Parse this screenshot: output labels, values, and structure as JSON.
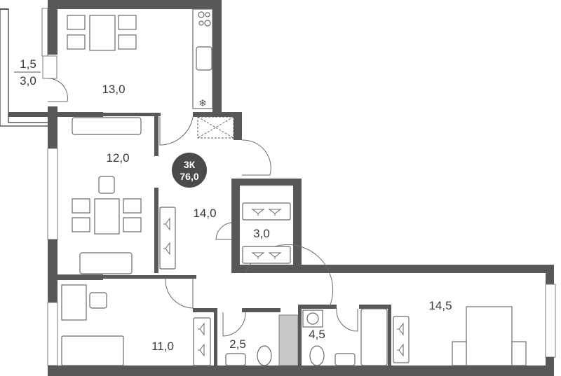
{
  "plan": {
    "badge": {
      "type": "3К",
      "total_area": "76,0",
      "color": "#4a4a4c"
    },
    "rooms": {
      "balcony_top": "1,5",
      "balcony_bottom": "3,0",
      "kitchen": "13,0",
      "living": "12,0",
      "hall": "14,0",
      "storage": "3,0",
      "bedroom_small": "11,0",
      "wc": "2,5",
      "bathroom": "4,5",
      "bedroom_master": "14,5"
    },
    "wall_color": "#58585a"
  }
}
